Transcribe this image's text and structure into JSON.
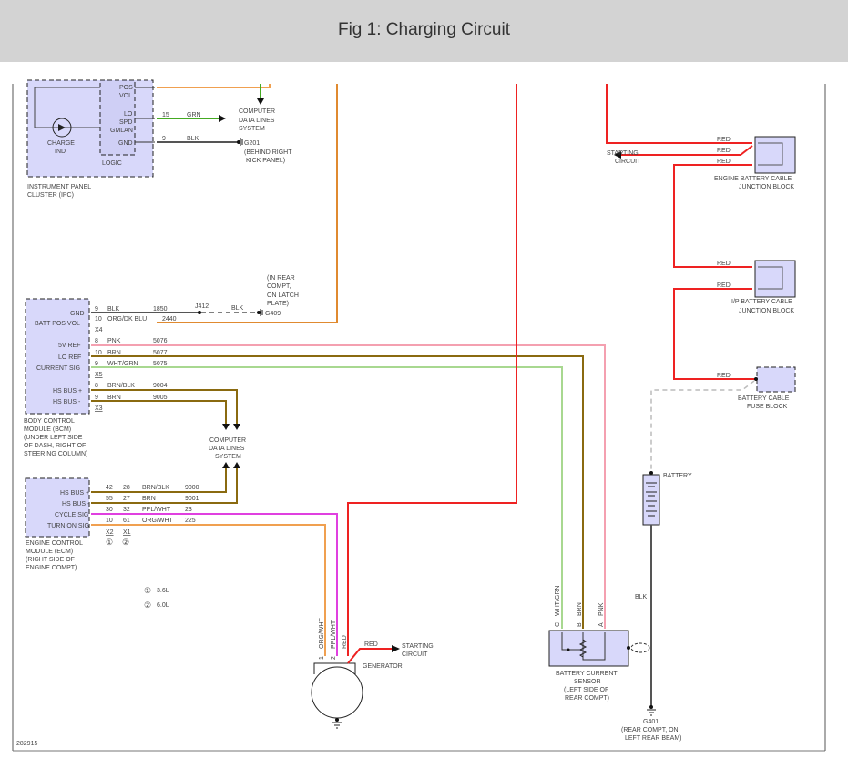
{
  "header": {
    "title": "Fig 1: Charging Circuit"
  },
  "figure_id": "282915",
  "colors": {
    "header_bg": "#d3d3d3",
    "module_fill": "#d8d8fa",
    "red_wire": "#ee2222",
    "orange_wire": "#f0a050",
    "green_wire": "#44aa22",
    "black_wire": "#555555",
    "pink_wire": "#f4a0b0",
    "brown_wire": "#8a6a10",
    "wht_grn_wire": "#a8d890",
    "purple_wire": "#e040e0",
    "ground_dashed": "#bbbbbb"
  },
  "ipc": {
    "label_line1": "INSTRUMENT PANEL",
    "label_line2": "CLUSTER (IPC)",
    "charge_ind_line1": "CHARGE",
    "charge_ind_line2": "IND",
    "logic_label": "LOGIC",
    "pins": [
      {
        "name_line1": "POS",
        "name_line2": "VOL"
      },
      {
        "name_line1": "LO",
        "name_line2": "SPD",
        "name_line3": "GMLAN",
        "pin": "15",
        "color": "GRN"
      },
      {
        "name_line1": "GND",
        "pin": "9",
        "color": "BLK"
      }
    ],
    "data_lines_line1": "COMPUTER",
    "data_lines_line2": "DATA LINES",
    "data_lines_line3": "SYSTEM",
    "ground": {
      "id": "G201",
      "loc_line1": "(BEHIND RIGHT",
      "loc_line2": "KICK PANEL)"
    }
  },
  "bcm": {
    "label_lines": [
      "BODY CONTROL",
      "MODULE (BCM)",
      "(UNDER LEFT SIDE",
      "OF DASH, RIGHT OF",
      "STEERING COLUMN)"
    ],
    "pins": [
      {
        "name": "GND",
        "pin": "9",
        "color": "BLK",
        "circuit": "1850"
      },
      {
        "name": "BATT POS VOL",
        "pin": "10",
        "color": "ORG/DK BLU",
        "circuit": "2440"
      },
      {
        "name": "5V REF",
        "pin": "8",
        "color": "PNK",
        "circuit": "5076"
      },
      {
        "name": "LO REF",
        "pin": "10",
        "color": "BRN",
        "circuit": "5077"
      },
      {
        "name": "CURRENT SIG",
        "pin": "9",
        "color": "WHT/GRN",
        "circuit": "5075"
      },
      {
        "name": "HS BUS +",
        "pin": "8",
        "color": "BRN/BLK",
        "circuit": "9004"
      },
      {
        "name": "HS BUS -",
        "pin": "9",
        "color": "BRN",
        "circuit": "9005"
      }
    ],
    "connectors": [
      "X4",
      "X5",
      "X3"
    ],
    "splice": "J412",
    "splice_color": "BLK",
    "ground": {
      "id": "G409",
      "loc_lines": [
        "(IN REAR",
        "COMPT,",
        "ON LATCH",
        "PLATE)"
      ]
    }
  },
  "data_lines_mid": {
    "line1": "COMPUTER",
    "line2": "DATA LINES",
    "line3": "SYSTEM"
  },
  "ecm": {
    "label_lines": [
      "ENGINE CONTROL",
      "MODULE (ECM)",
      "(RIGHT SIDE OF",
      "ENGINE COMPT)"
    ],
    "pins": [
      {
        "name": "HS BUS +",
        "pin_a": "42",
        "pin_b": "28",
        "color": "BRN/BLK",
        "circuit": "9000"
      },
      {
        "name": "HS BUS -",
        "pin_a": "55",
        "pin_b": "27",
        "color": "BRN",
        "circuit": "9001"
      },
      {
        "name": "CYCLE SIG",
        "pin_a": "30",
        "pin_b": "32",
        "color": "PPL/WHT",
        "circuit": "23"
      },
      {
        "name": "TURN ON SIG",
        "pin_a": "10",
        "pin_b": "61",
        "color": "ORG/WHT",
        "circuit": "225"
      }
    ],
    "connectors": [
      "X2",
      "X1"
    ],
    "notes": [
      {
        "mark": "①",
        "text": "3.6L"
      },
      {
        "mark": "②",
        "text": "6.0L"
      }
    ]
  },
  "generator": {
    "label": "GENERATOR",
    "wires": [
      {
        "pin": "1",
        "color": "ORG/WHT"
      },
      {
        "pin": "2",
        "color": "PPL/WHT"
      },
      {
        "pin": "",
        "color": "RED"
      }
    ],
    "output_color": "RED",
    "output_line1": "STARTING",
    "output_line2": "CIRCUIT"
  },
  "engine_junction": {
    "label_line1": "ENGINE BATTERY CABLE",
    "label_line2": "JUNCTION BLOCK",
    "wire_colors": [
      "RED",
      "RED",
      "RED"
    ],
    "starting_line1": "STARTING",
    "starting_line2": "CIRCUIT"
  },
  "ip_junction": {
    "label_line1": "I/P BATTERY CABLE",
    "label_line2": "JUNCTION BLOCK",
    "wire_colors": [
      "RED",
      "RED"
    ]
  },
  "fuse_block": {
    "label_line1": "BATTERY CABLE",
    "label_line2": "FUSE BLOCK",
    "wire_color": "RED"
  },
  "battery": {
    "label": "BATTERY",
    "wire_color": "BLK"
  },
  "current_sensor": {
    "label_lines": [
      "BATTERY CURRENT",
      "SENSOR",
      "(LEFT SIDE OF",
      "REAR COMPT)"
    ],
    "pins": [
      {
        "pin": "C",
        "color": "WHT/GRN"
      },
      {
        "pin": "B",
        "color": "BRN"
      },
      {
        "pin": "A",
        "color": "PNK"
      }
    ]
  },
  "ground_g401": {
    "id": "G401",
    "loc_line1": "(REAR COMPT, ON",
    "loc_line2": "LEFT REAR BEAM)"
  }
}
